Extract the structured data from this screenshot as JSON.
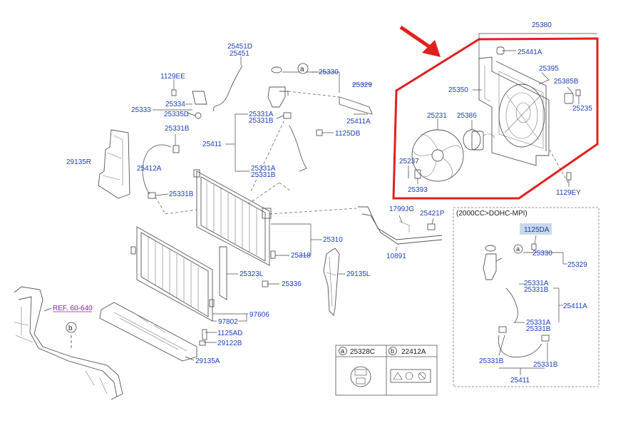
{
  "colors": {
    "label": "#1f3fbf",
    "ref_label": "#8a1f9e",
    "highlight": "#e0201e",
    "callout_bg": "#c9d9e8"
  },
  "inset_title": "(2000CC>DOHC-MPI)",
  "ref_label": "REF. 60-640",
  "callouts": {
    "a": "a",
    "b": "b"
  },
  "legend": {
    "a_letter": "a",
    "a_part": "25328C",
    "b_letter": "b",
    "b_part": "22412A"
  },
  "labels": {
    "p25380": "25380",
    "p25441A": "25441A",
    "p25395": "25395",
    "p25385B": "25385B",
    "p25350": "25350",
    "p25235": "25235",
    "p25231": "25231",
    "p25386": "25386",
    "p25237": "25237",
    "p25393": "25393",
    "p1129EY": "1129EY",
    "p25451D": "25451D",
    "p25451": "25451",
    "p25330": "25330",
    "p25329": "25329",
    "p1129EE": "1129EE",
    "p25334": "25334",
    "p25333": "25333",
    "p25335D": "25335D",
    "p25331A_1": "25331A",
    "p25331B_1": "25331B",
    "p25411A": "25411A",
    "p1125DB": "1125DB",
    "p25331B_2": "25331B",
    "p25411": "25411",
    "p29135R": "29135R",
    "p25412A": "25412A",
    "p25331A_2": "25331A",
    "p25331B_3": "25331B",
    "p25331B_4": "25331B",
    "p1799JG": "1799JG",
    "p25421P": "25421P",
    "p25310": "25310",
    "p25318": "25318",
    "p10891": "10891",
    "p25323L": "25323L",
    "p29135L": "29135L",
    "p25336": "25336",
    "p97802": "97802",
    "p97606": "97606",
    "p1125AD": "1125AD",
    "p29122B": "29122B",
    "p29135A": "29135A",
    "i1125DA": "1125DA",
    "i25330": "25330",
    "i25329": "25329",
    "i25331A_1": "25331A",
    "i25331B_1": "25331B",
    "i25411A": "25411A",
    "i25331A_2": "25331A",
    "i25331B_2": "25331B",
    "i25331B_3": "25331B",
    "i25331B_4": "25331B",
    "i25411": "25411"
  }
}
